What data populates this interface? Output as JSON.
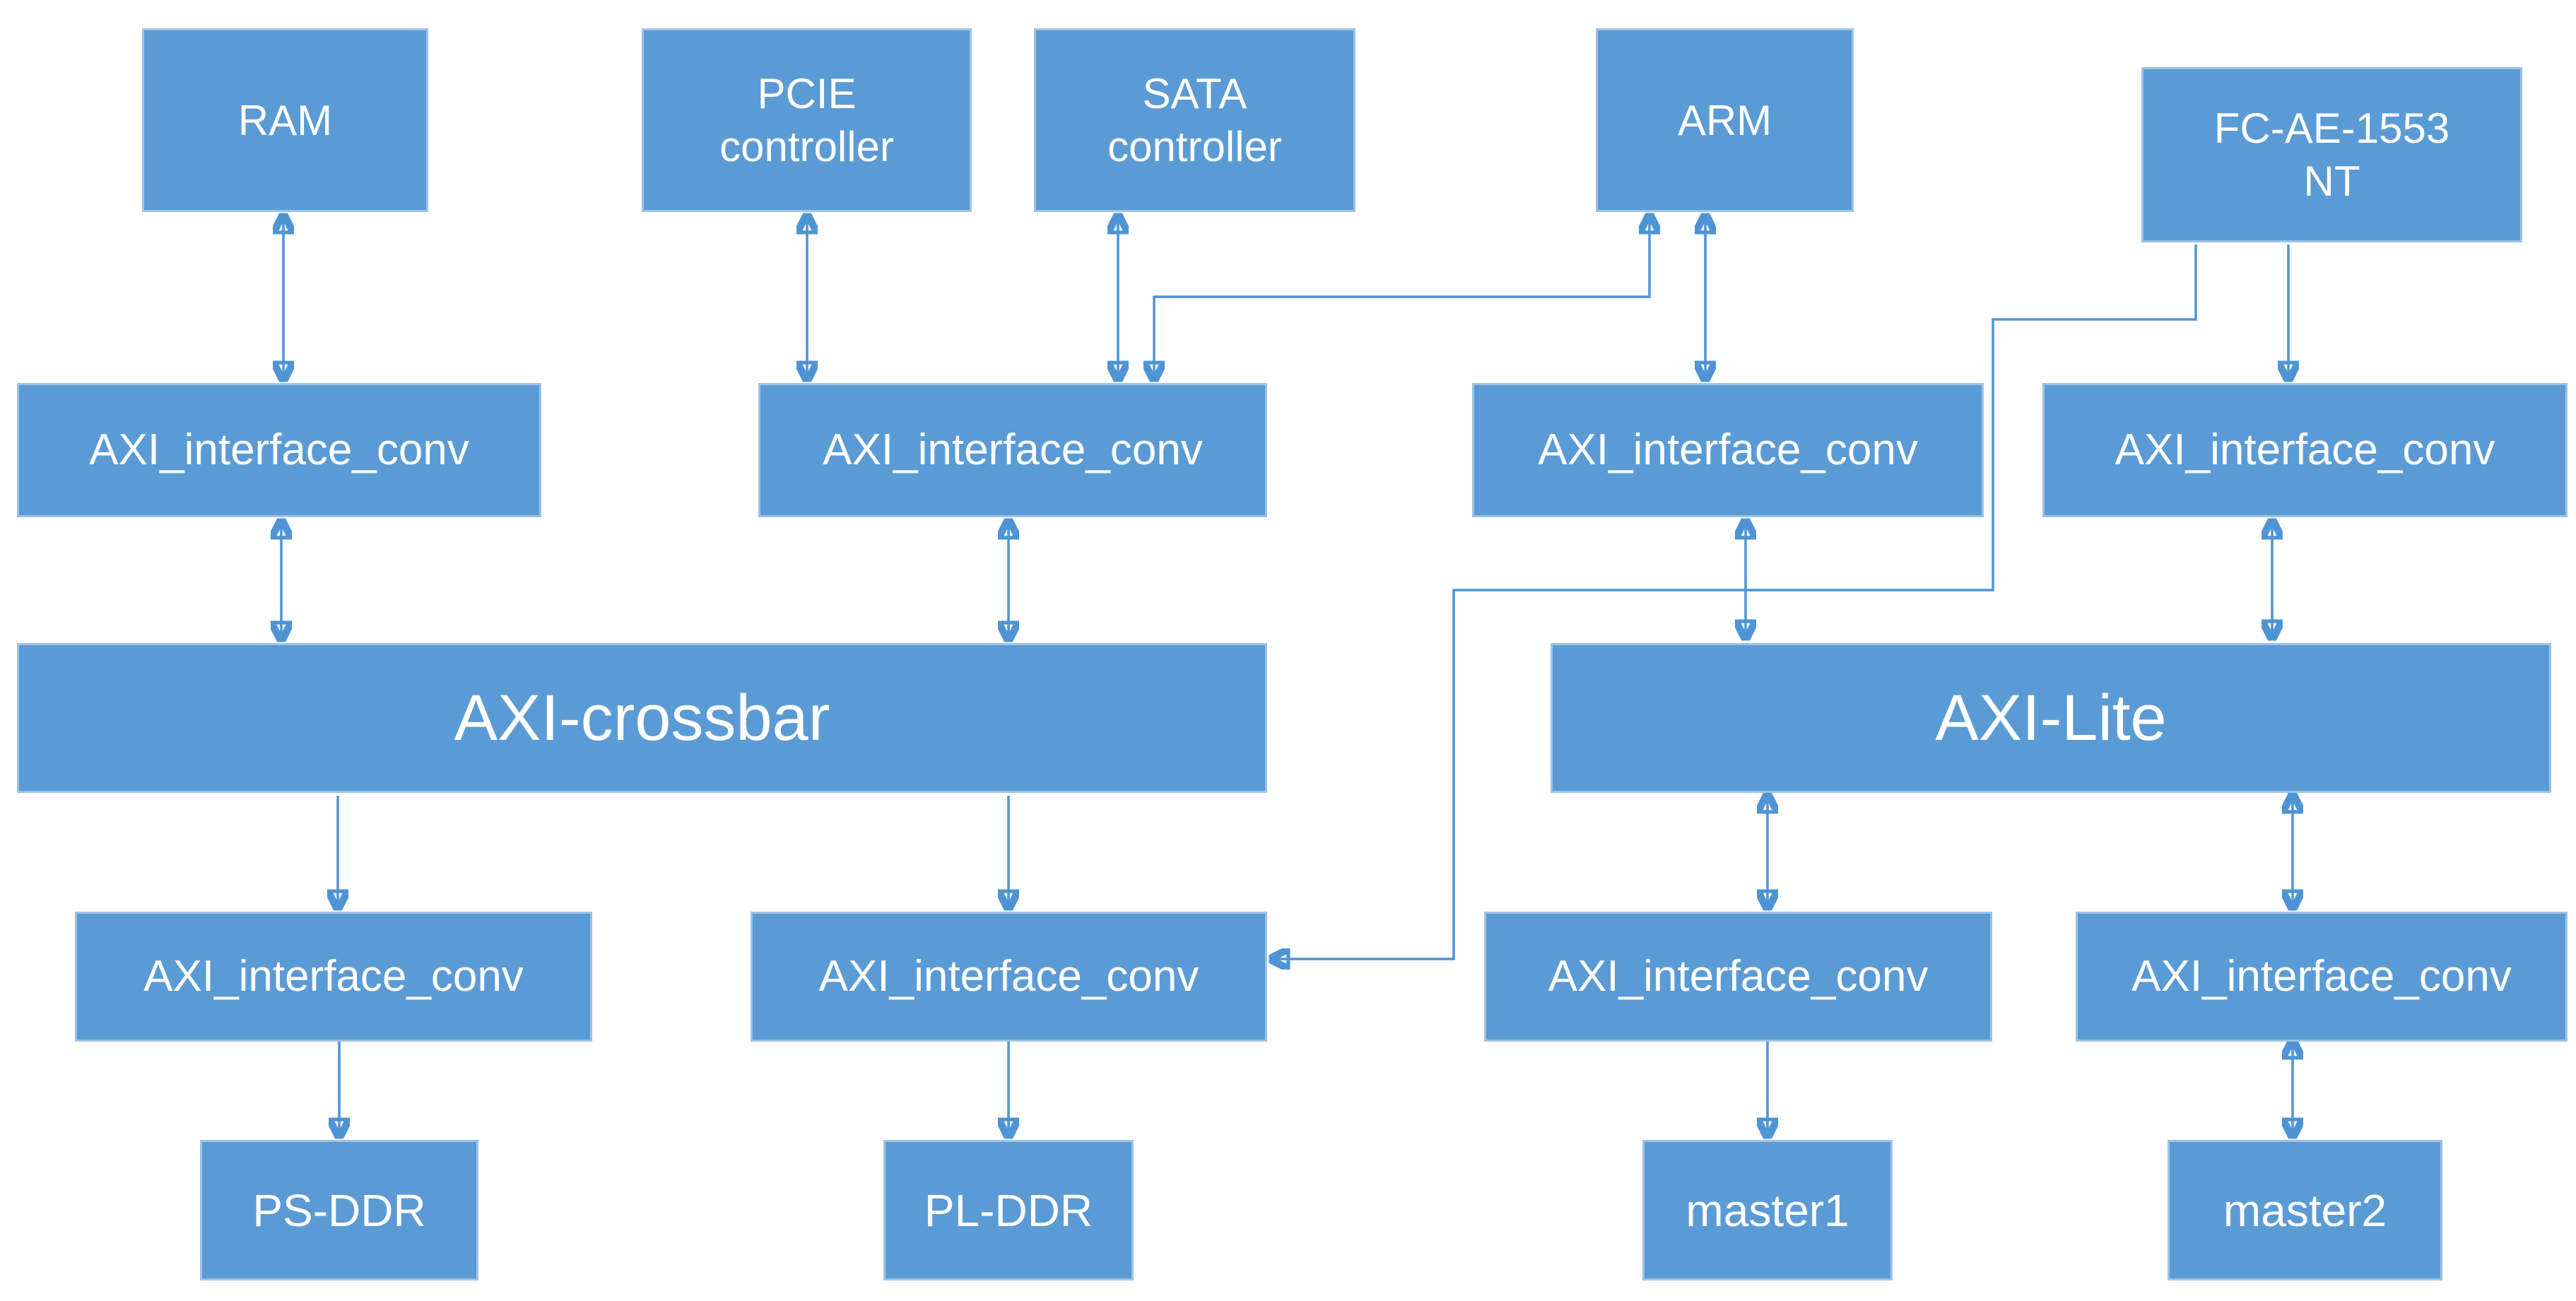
{
  "diagram": {
    "title": "AXI interconnect block diagram",
    "colors": {
      "node_fill": "#5b9bd5",
      "node_border": "#9dc3e6",
      "connector": "#4e94d4",
      "label_text": "#ffffff",
      "background": "#ffffff"
    },
    "nodes": {
      "ram": {
        "label": "RAM"
      },
      "pcie": {
        "label": "PCIE\ncontroller"
      },
      "sata": {
        "label": "SATA\ncontroller"
      },
      "arm": {
        "label": "ARM"
      },
      "fc_ae_1553": {
        "label": "FC-AE-1553\nNT"
      },
      "conv_ram": {
        "label": "AXI_interface_conv"
      },
      "conv_pcie_sata": {
        "label": "AXI_interface_conv"
      },
      "conv_arm": {
        "label": "AXI_interface_conv"
      },
      "conv_fc": {
        "label": "AXI_interface_conv"
      },
      "axi_crossbar": {
        "label": "AXI-crossbar"
      },
      "axi_lite": {
        "label": "AXI-Lite"
      },
      "conv_ps_ddr": {
        "label": "AXI_interface_conv"
      },
      "conv_pl_ddr": {
        "label": "AXI_interface_conv"
      },
      "conv_master1": {
        "label": "AXI_interface_conv"
      },
      "conv_master2": {
        "label": "AXI_interface_conv"
      },
      "ps_ddr": {
        "label": "PS-DDR"
      },
      "pl_ddr": {
        "label": "PL-DDR"
      },
      "master1": {
        "label": "master1"
      },
      "master2": {
        "label": "master2"
      }
    },
    "connections": [
      {
        "from": "ram",
        "to": "conv_ram",
        "direction": "bidirectional"
      },
      {
        "from": "conv_ram",
        "to": "axi_crossbar",
        "direction": "bidirectional"
      },
      {
        "from": "pcie",
        "to": "conv_pcie_sata",
        "direction": "bidirectional"
      },
      {
        "from": "sata",
        "to": "conv_pcie_sata",
        "direction": "bidirectional"
      },
      {
        "from": "arm",
        "to": "conv_pcie_sata",
        "direction": "bidirectional"
      },
      {
        "from": "arm",
        "to": "conv_arm",
        "direction": "bidirectional"
      },
      {
        "from": "conv_pcie_sata",
        "to": "axi_crossbar",
        "direction": "bidirectional"
      },
      {
        "from": "conv_arm",
        "to": "axi_lite",
        "direction": "bidirectional"
      },
      {
        "from": "fc_ae_1553",
        "to": "conv_fc",
        "direction": "unidirectional"
      },
      {
        "from": "fc_ae_1553",
        "to": "conv_pl_ddr",
        "direction": "unidirectional"
      },
      {
        "from": "conv_fc",
        "to": "axi_lite",
        "direction": "bidirectional"
      },
      {
        "from": "axi_crossbar",
        "to": "conv_ps_ddr",
        "direction": "unidirectional"
      },
      {
        "from": "axi_crossbar",
        "to": "conv_pl_ddr",
        "direction": "unidirectional"
      },
      {
        "from": "axi_lite",
        "to": "conv_master1",
        "direction": "bidirectional"
      },
      {
        "from": "axi_lite",
        "to": "conv_master2",
        "direction": "bidirectional"
      },
      {
        "from": "conv_ps_ddr",
        "to": "ps_ddr",
        "direction": "unidirectional"
      },
      {
        "from": "conv_pl_ddr",
        "to": "pl_ddr",
        "direction": "unidirectional"
      },
      {
        "from": "conv_master1",
        "to": "master1",
        "direction": "unidirectional"
      },
      {
        "from": "conv_master2",
        "to": "master2",
        "direction": "bidirectional"
      }
    ]
  }
}
